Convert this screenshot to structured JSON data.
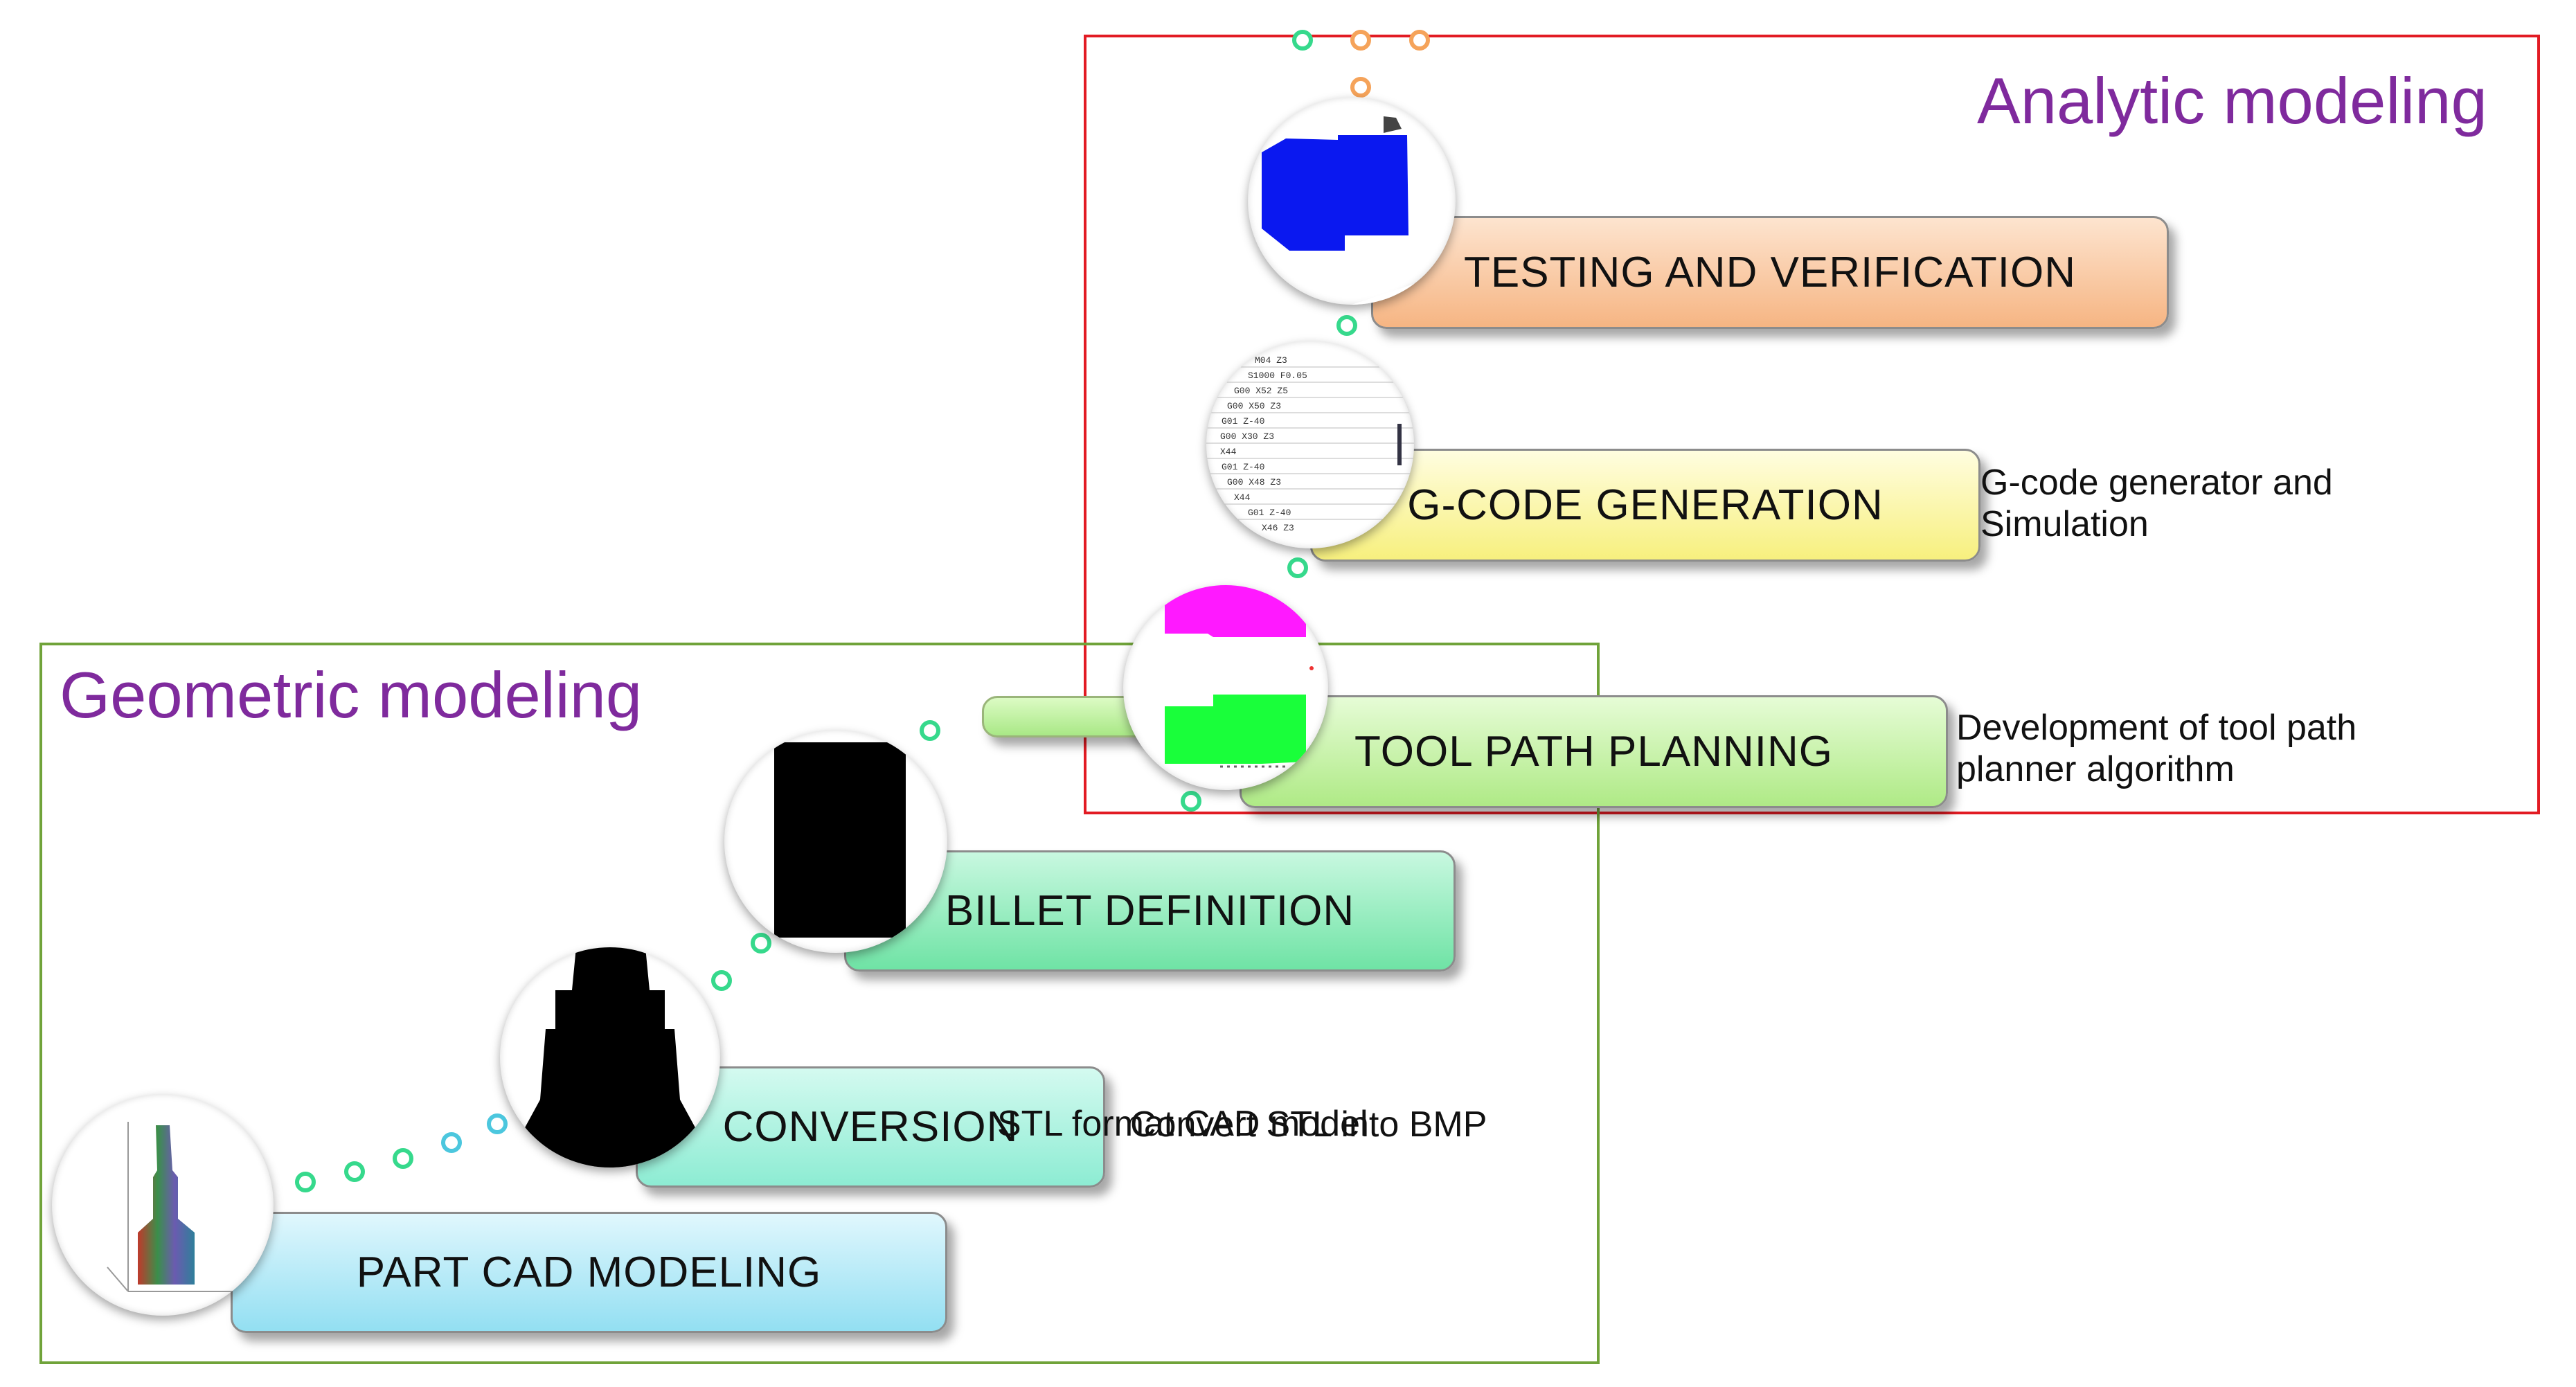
{
  "geometric": {
    "title": "Geometric modeling"
  },
  "analytic": {
    "title": "Analytic modeling"
  },
  "steps": {
    "part_cad": "PART CAD MODELING",
    "conversion": "CONVERSION",
    "billet": "BILLET DEFINITION",
    "tool_path": "TOOL PATH PLANNING",
    "gcode": "G-CODE GENERATION",
    "testing": "TESTING AND VERIFICATION"
  },
  "notes": {
    "part_cad": "STL format CAD model",
    "conversion": "Convert STL into BMP",
    "gcode": [
      "G-code generator and",
      "Simulation"
    ],
    "tool_path": [
      "Development of tool path",
      "planner algorithm"
    ]
  },
  "gcode_listing": [
    "M04 Z3",
    "S1000 F0.05",
    "G00 X52 Z5",
    "G00 X50 Z3",
    "G01 Z-40",
    "G00 X30 Z3",
    "X44",
    "G01 Z-40",
    "G00 X48 Z3",
    "X44",
    "G01 Z-40",
    "X46 Z3"
  ],
  "colors": {
    "geometric_frame": "#70a33a",
    "analytic_frame": "#e21b23",
    "title_text": "#7f2a9d",
    "part_cad_box": "#b3eaf7",
    "conversion_box": "#a6efdb",
    "billet_box": "#8be8b6",
    "tool_path_box": "#c4f09d",
    "gcode_box": "#fbf7a5",
    "testing_box": "#f8c79e"
  },
  "icons": [
    "cad-model-icon",
    "bmp-silhouette-icon",
    "billet-icon",
    "tool-path-icon",
    "gcode-listing-icon",
    "machined-part-icon"
  ]
}
